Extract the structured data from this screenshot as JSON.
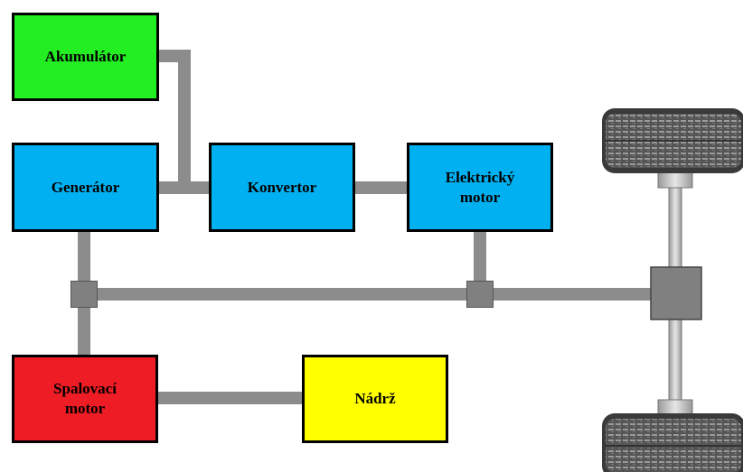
{
  "components": {
    "akumulator": {
      "label": "Akumulátor",
      "color": "#22ee22"
    },
    "generator": {
      "label": "Generátor",
      "color": "#00b0f0"
    },
    "konvertor": {
      "label": "Konvertor",
      "color": "#00b0f0"
    },
    "elektricky_motor": {
      "label": "Elektrický\nmotor",
      "color": "#00b0f0"
    },
    "spalovaci_motor": {
      "label": "Spalovací\nmotor",
      "color": "#ee1c24"
    },
    "nadrz": {
      "label": "Nádrž",
      "color": "#ffff00"
    }
  },
  "colors": {
    "connector": "#8c8c8c",
    "junction": "#808080",
    "box_border": "#000000",
    "tire": "#444444",
    "axle": "#c8c8c8"
  }
}
